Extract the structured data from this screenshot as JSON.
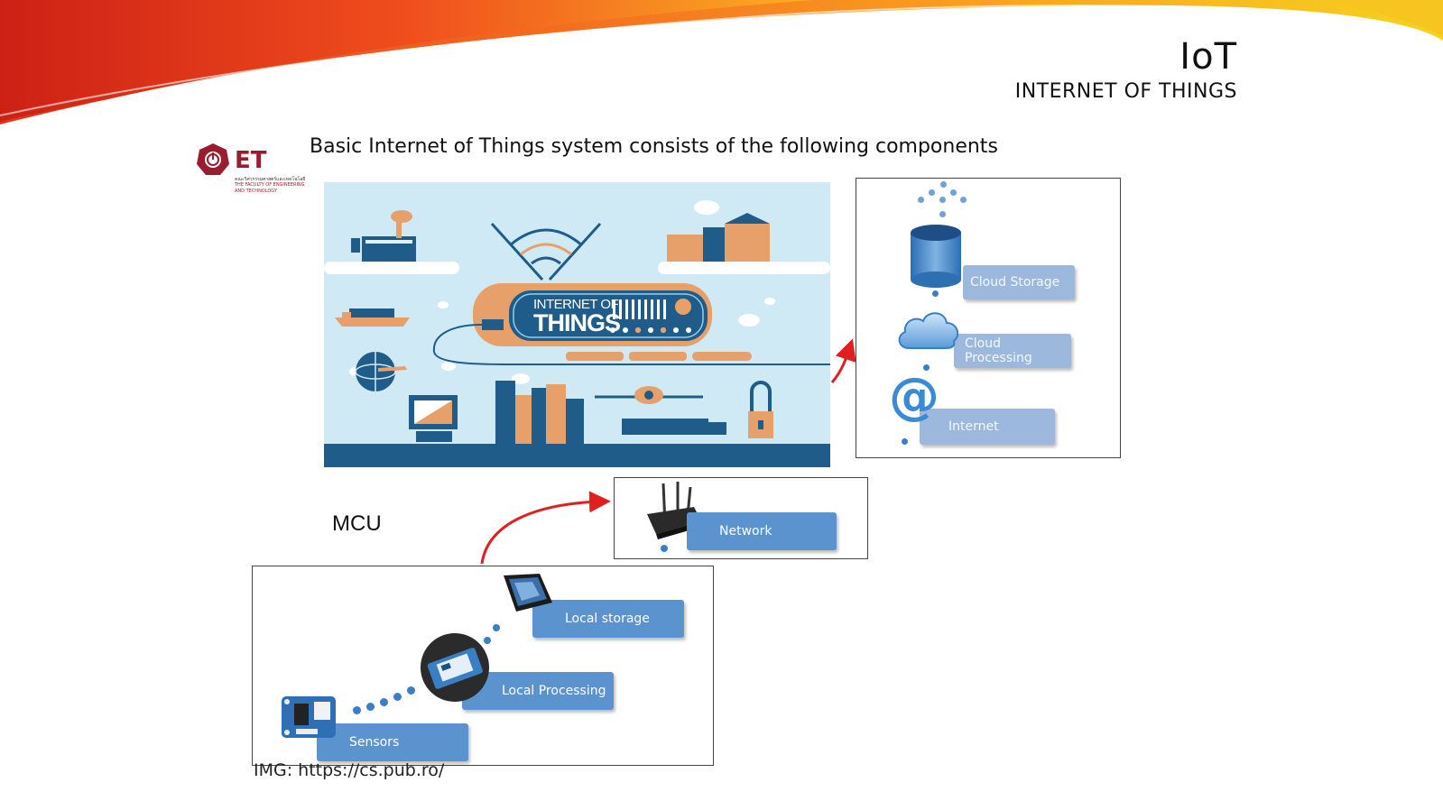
{
  "header": {
    "title": "IoT",
    "subtitle": "INTERNET OF THINGS"
  },
  "logo": {
    "letters": "ET",
    "line1": "คณะวิศวกรรมศาสตร์และเทคโนโลยี",
    "line2": "THE FACULTY OF ENGINEERING",
    "line3": "AND TECHNOLOGY",
    "color": "#9b1c2e"
  },
  "slide": {
    "heading": "Basic Internet of Things system consists of the following components",
    "mcu_label": "MCU",
    "credit": "IMG: https://cs.pub.ro/"
  },
  "illustration": {
    "line1": "INTERNET OF",
    "line2": "THINGS",
    "background_color": "#cfe9f5"
  },
  "cloud_panel": {
    "items": [
      "Cloud Storage",
      "Cloud Processing",
      "Internet"
    ]
  },
  "network_panel": {
    "label": "Network"
  },
  "mcu_panel": {
    "items": [
      "Local storage",
      "Local Processing",
      "Sensors"
    ]
  },
  "colors": {
    "step_blue": "#5b93cf",
    "arrow_red": "#e02020",
    "dot_blue": "#3a7fc4"
  }
}
